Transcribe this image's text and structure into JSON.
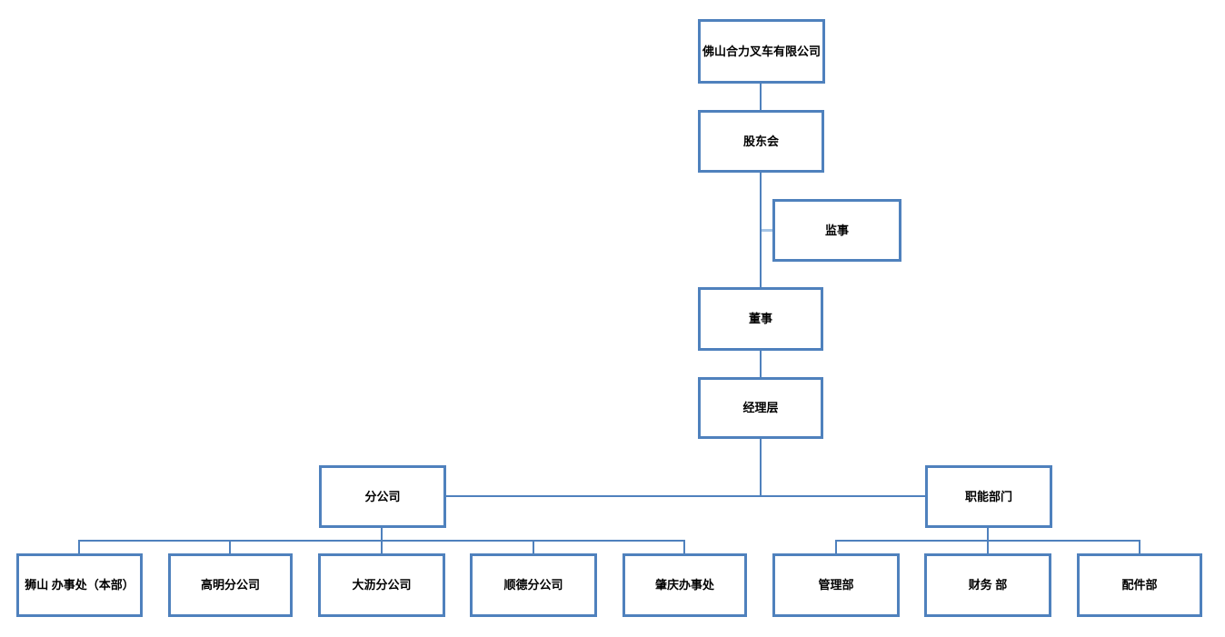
{
  "colors": {
    "box_border": "#4f81bd",
    "connector": "#4f81bd",
    "connector_light": "#a6c5e6",
    "text": "#000000",
    "background": "#ffffff"
  },
  "nodes": {
    "company": {
      "label": "佛山合力叉车有限公司"
    },
    "shareholders": {
      "label": "股东会"
    },
    "supervisor": {
      "label": "监事"
    },
    "director": {
      "label": "董事"
    },
    "management": {
      "label": "经理层"
    },
    "branches": {
      "label": "分公司"
    },
    "functions": {
      "label": "职能部门"
    },
    "shishan_office": {
      "label": "狮山 办事处（本部）"
    },
    "gaoming_branch": {
      "label": "高明分公司"
    },
    "dali_branch": {
      "label": "大沥分公司"
    },
    "shunde_branch": {
      "label": "顺德分公司"
    },
    "zhaoqing_office": {
      "label": "肇庆办事处"
    },
    "admin_dept": {
      "label": "管理部"
    },
    "finance_dept": {
      "label": "财务 部"
    },
    "parts_dept": {
      "label": "配件部"
    }
  },
  "edges": [
    {
      "from": "company",
      "to": "shareholders"
    },
    {
      "from": "shareholders",
      "to": "director"
    },
    {
      "from": "shareholders",
      "to": "supervisor",
      "note": "attached to trunk line between 股东会 and 董事"
    },
    {
      "from": "director",
      "to": "management"
    },
    {
      "from": "management",
      "to": "branches"
    },
    {
      "from": "management",
      "to": "functions"
    },
    {
      "from": "branches",
      "to": "shishan_office"
    },
    {
      "from": "branches",
      "to": "gaoming_branch"
    },
    {
      "from": "branches",
      "to": "dali_branch"
    },
    {
      "from": "branches",
      "to": "shunde_branch"
    },
    {
      "from": "branches",
      "to": "zhaoqing_office"
    },
    {
      "from": "functions",
      "to": "admin_dept"
    },
    {
      "from": "functions",
      "to": "finance_dept"
    },
    {
      "from": "functions",
      "to": "parts_dept"
    }
  ]
}
